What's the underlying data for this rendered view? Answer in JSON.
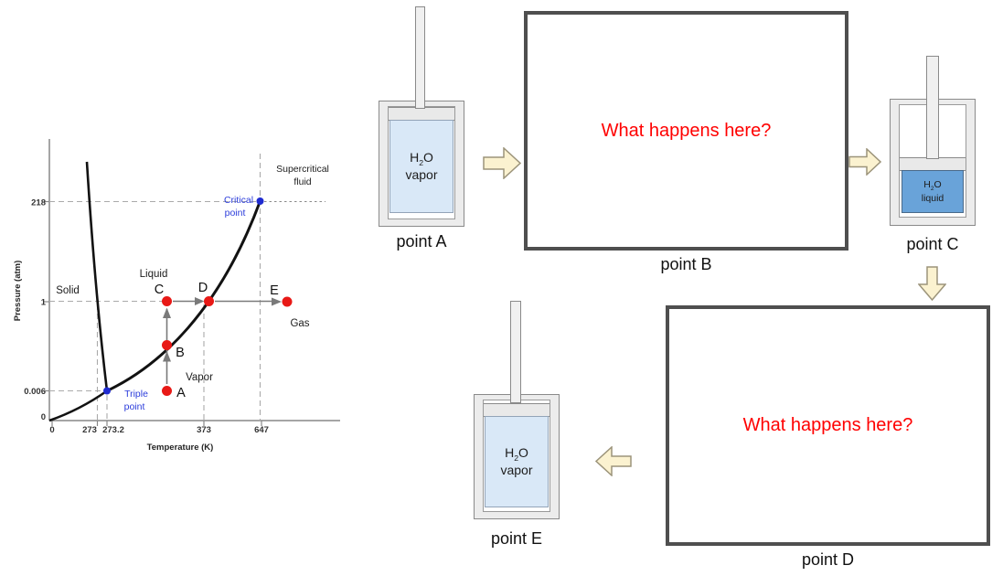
{
  "phase_diagram": {
    "y_label": "Pressure (atm)",
    "x_label": "Temperature (K)",
    "y_ticks": [
      "218",
      "1",
      "0.006",
      "0"
    ],
    "x_ticks": [
      "0",
      "273",
      "273.2",
      "373",
      "647"
    ],
    "labels": {
      "solid": "Solid",
      "liquid": "Liquid",
      "vapor": "Vapor",
      "gas": "Gas",
      "supercritical_1": "Supercritical",
      "supercritical_2": "fluid",
      "critical_1": "Critical",
      "critical_2": "point",
      "triple_1": "Triple",
      "triple_2": "point",
      "pt_a": "A",
      "pt_b": "B",
      "pt_c": "C",
      "pt_d": "D",
      "pt_e": "E"
    }
  },
  "chart_data": {
    "type": "line",
    "title": "",
    "xlabel": "Temperature (K)",
    "ylabel": "Pressure (atm)",
    "x_ticks": [
      "0",
      "273",
      "273.2",
      "373",
      "647"
    ],
    "y_ticks": [
      "0",
      "0.006",
      "1",
      "218"
    ],
    "axes_note": "schematic phase diagram, nonlinear axis spacing",
    "series": [
      {
        "name": "solid-liquid boundary",
        "points_T_P": [
          [
            273,
            1
          ],
          [
            273.2,
            0.006
          ]
        ]
      },
      {
        "name": "liquid-vapor boundary",
        "points_T_P": [
          [
            273.2,
            0.006
          ],
          [
            340,
            0.3
          ],
          [
            373,
            1
          ],
          [
            647,
            218
          ]
        ]
      },
      {
        "name": "solid-vapor boundary",
        "points_T_P": [
          [
            0,
            0
          ],
          [
            273.2,
            0.006
          ]
        ]
      }
    ],
    "special_points": [
      {
        "label": "Triple point",
        "T_K": 273.2,
        "P_atm": 0.006
      },
      {
        "label": "Critical point",
        "T_K": 647,
        "P_atm": 218
      }
    ],
    "process_points": [
      {
        "label": "A",
        "T_K": 340,
        "P_atm": 0.006,
        "region": "Vapor"
      },
      {
        "label": "B",
        "T_K": 340,
        "P_atm": 0.3,
        "region": "on liquid-vapor curve"
      },
      {
        "label": "C",
        "T_K": 340,
        "P_atm": 1,
        "region": "Liquid"
      },
      {
        "label": "D",
        "T_K": 373,
        "P_atm": 1,
        "region": "on liquid-vapor curve"
      },
      {
        "label": "E",
        "T_K": 750,
        "P_atm": 1,
        "region": "Gas"
      }
    ],
    "process_arrows": [
      "A to B",
      "B to C",
      "C to D",
      "D to E"
    ],
    "region_labels": [
      "Solid",
      "Liquid",
      "Vapor",
      "Gas",
      "Supercritical fluid"
    ],
    "legend": "none",
    "grid": "dashed reference lines at labeled ticks"
  },
  "flow": {
    "piston_a": {
      "formula_main": "H",
      "formula_sub": "2",
      "formula_end": "O",
      "state": "vapor",
      "caption": "point A"
    },
    "box_b": {
      "question": "What happens here?",
      "caption": "point B"
    },
    "piston_c": {
      "formula_main": "H",
      "formula_sub": "2",
      "formula_end": "O",
      "state": "liquid",
      "caption": "point C"
    },
    "box_d": {
      "question": "What happens here?",
      "caption": "point D"
    },
    "piston_e": {
      "formula_main": "H",
      "formula_sub": "2",
      "formula_end": "O",
      "state": "vapor",
      "caption": "point E"
    }
  },
  "icons": {
    "arrow_a_to_b": "block-arrow-right",
    "arrow_b_to_c": "block-arrow-right",
    "arrow_c_to_d": "block-arrow-down",
    "arrow_d_to_e": "block-arrow-left"
  },
  "colors": {
    "question_red": "#ff0000",
    "blue_label": "#2b3cdb",
    "point_red": "#e81916",
    "point_blue": "#1f2bd0",
    "arrow_fill": "#fbf2d0",
    "arrow_stroke": "#9c947a",
    "vapor_fill": "#d9e8f7",
    "liquid_fill": "#69a3d9",
    "box_border": "#4f4f4f"
  }
}
